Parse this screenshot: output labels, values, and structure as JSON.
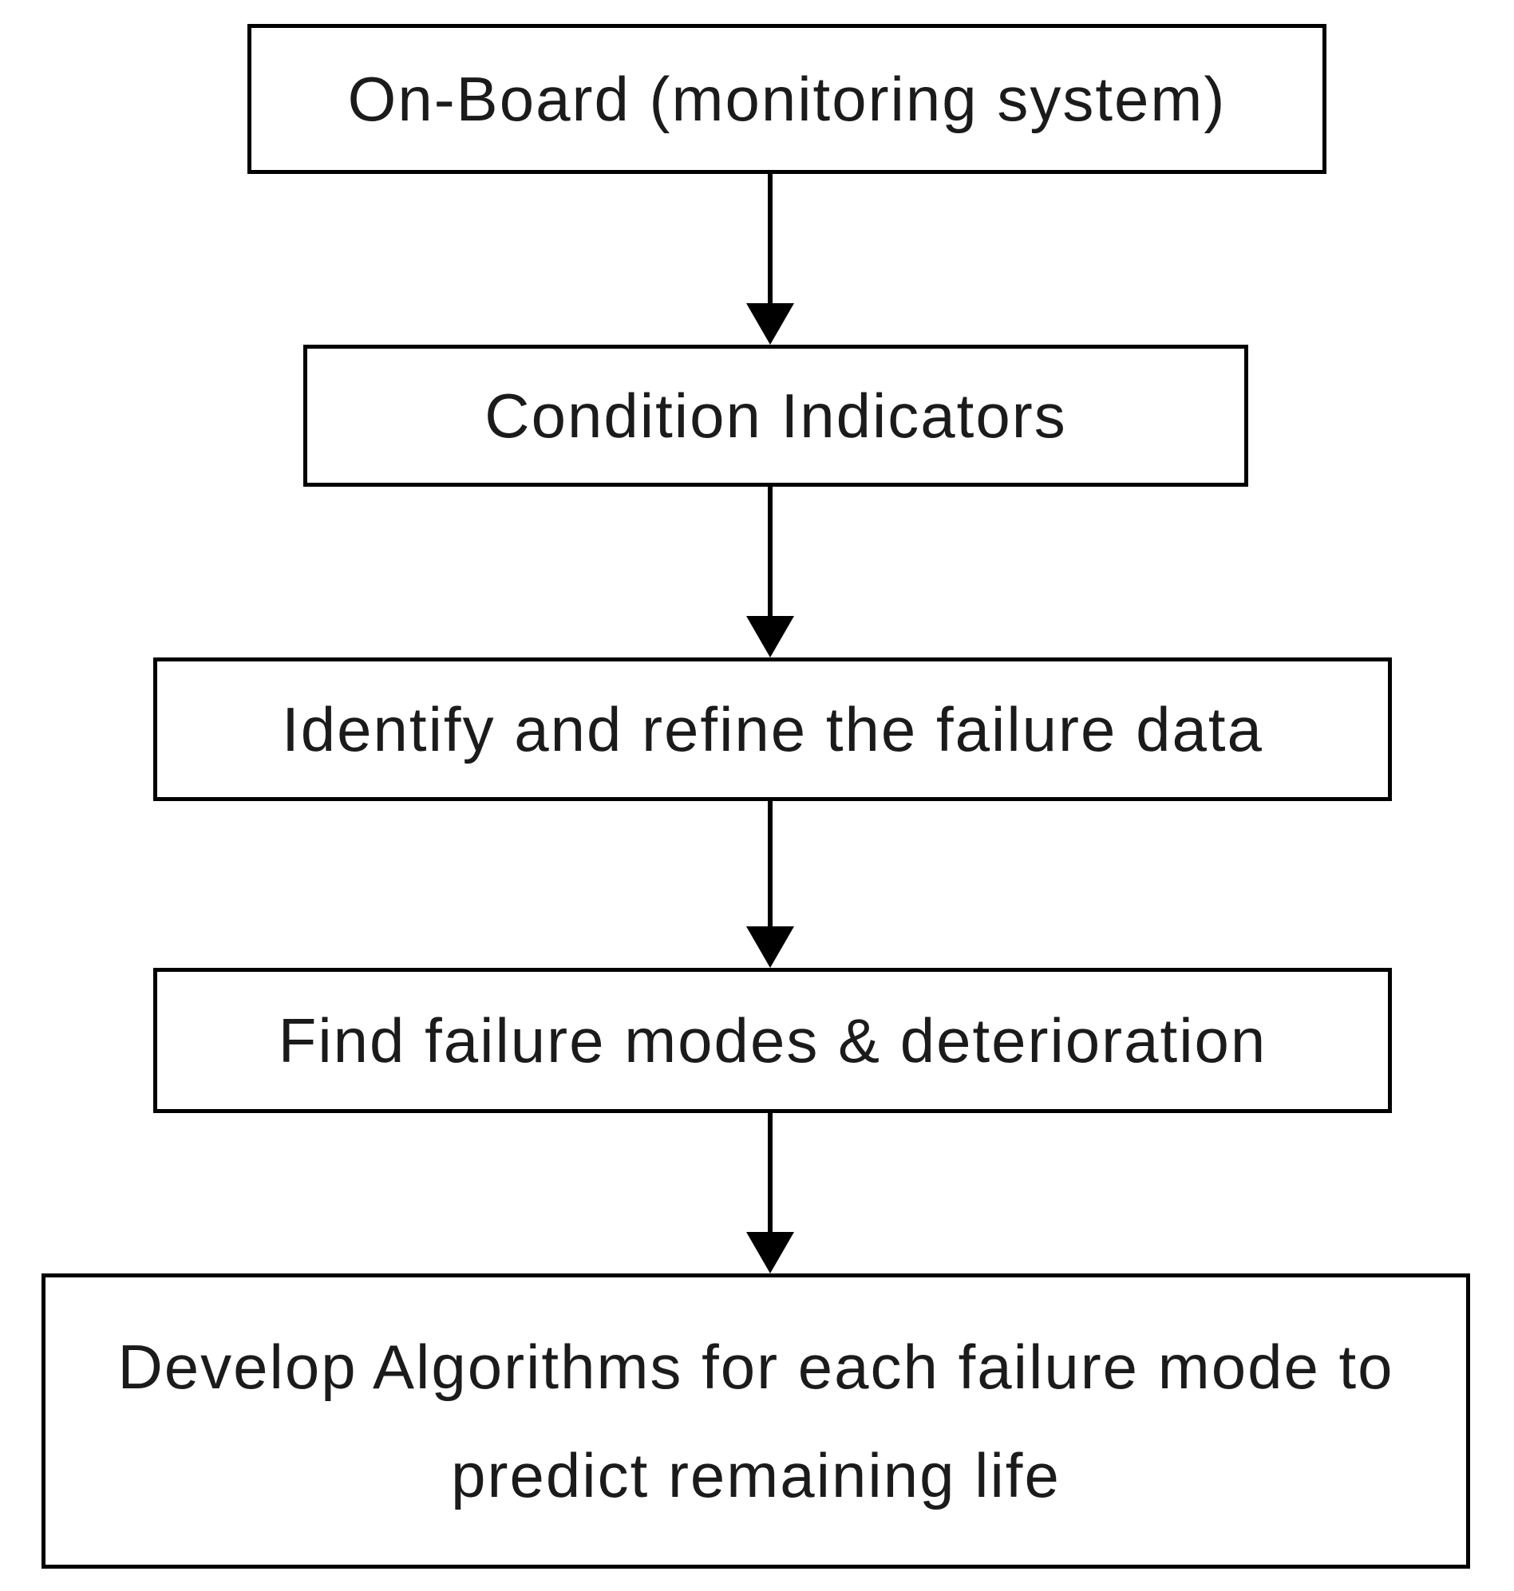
{
  "diagram": {
    "type": "flowchart",
    "direction": "top-down",
    "colors": {
      "border": "#000000",
      "text": "#1b1b1b",
      "background": "#ffffff",
      "arrow": "#000000"
    },
    "boxes": [
      {
        "id": "onboard-monitoring-system",
        "label": "On-Board (monitoring system)"
      },
      {
        "id": "condition-indicators",
        "label": "Condition Indicators"
      },
      {
        "id": "identify-refine-failure-data",
        "label": "Identify and refine the failure data"
      },
      {
        "id": "find-failure-modes-deterioration",
        "label": "Find failure modes & deterioration"
      },
      {
        "id": "develop-algorithms-predict-life",
        "label": "Develop Algorithms for each failure mode to predict remaining life"
      }
    ],
    "connections": [
      {
        "from": "onboard-monitoring-system",
        "to": "condition-indicators"
      },
      {
        "from": "condition-indicators",
        "to": "identify-refine-failure-data"
      },
      {
        "from": "identify-refine-failure-data",
        "to": "find-failure-modes-deterioration"
      },
      {
        "from": "find-failure-modes-deterioration",
        "to": "develop-algorithms-predict-life"
      }
    ]
  }
}
